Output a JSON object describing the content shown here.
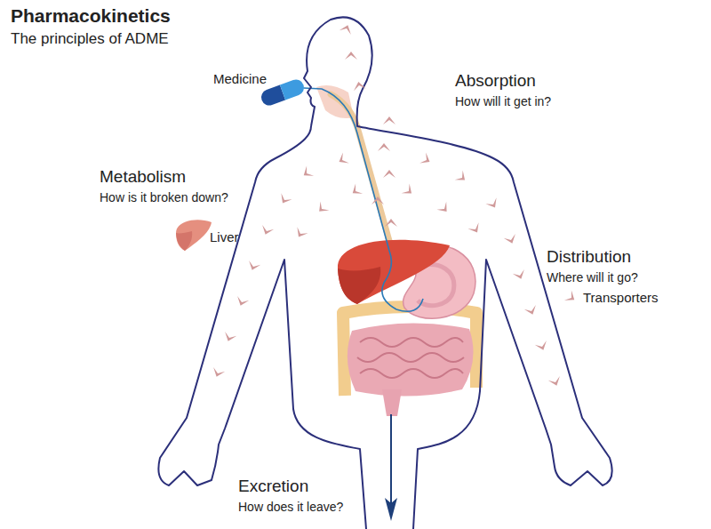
{
  "diagram": {
    "title": "Pharmacokinetics",
    "labels": [
      "The principles of ADME",
      "Medicine",
      "Absorption",
      "How will it get in?",
      "Metabolism",
      "How is it broken down?",
      "Liver",
      "Distribution",
      "Where will it go?",
      "Excretion",
      "How does it leave?"
    ],
    "legend": [
      {
        "text": "Transporters"
      }
    ]
  }
}
